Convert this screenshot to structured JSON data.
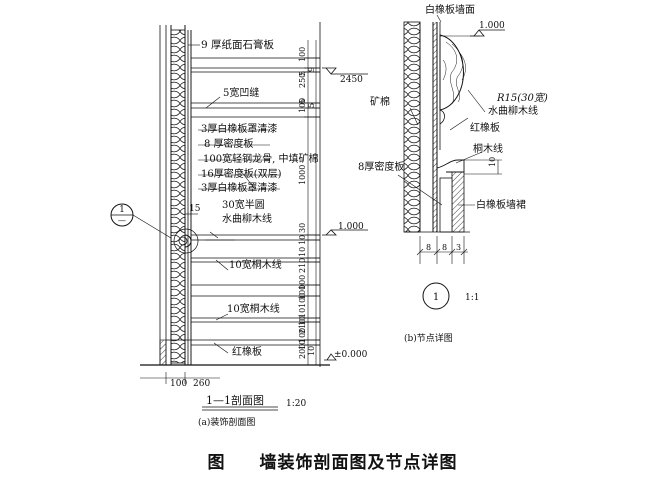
{
  "figure_caption": {
    "label": "图",
    "title": "墙装饰剖面图及节点详图"
  },
  "section": {
    "labels": {
      "gypsum": "9 厚纸面石膏板",
      "groove": "5宽凹缝",
      "lacquer_top": "3厚白橡板罩清漆",
      "mdf8": "8 厚密度板",
      "keel": "100宽轻钢龙骨, 中填矿棉",
      "mdf16": "16厚密度板(双层)",
      "lacquer_bottom": "3厚白橡板罩清漆",
      "half_round_1": "30宽半圆",
      "half_round_2": "水曲柳木线",
      "tung1": "10宽桐木线",
      "tung2": "10宽桐木线",
      "red_oak": "红橡板"
    },
    "dims_right": [
      "100",
      "5",
      "9",
      "250",
      "5",
      "5",
      "100",
      "1000",
      "30",
      "10",
      "10",
      "210",
      "100",
      "100",
      "100",
      "10",
      "10",
      "210",
      "100",
      "10",
      "10",
      "200"
    ],
    "elev_2450": "2450",
    "elev_1000": "1.000",
    "elev_0": "±0.000",
    "dim_15": "15",
    "dims_bottom": [
      "100",
      "260"
    ],
    "callout_top": "1",
    "callout_bottom": "—",
    "title": "1—1剖面图",
    "scale": "1:20",
    "sub_caption": "(a)装饰剖面图"
  },
  "detail": {
    "labels": {
      "top_surface": "白橡板墙面",
      "r15_1": "R15(30宽)",
      "r15_2": "水曲柳木线",
      "mineral": "矿棉",
      "red_oak": "红橡板",
      "tung": "桐木线",
      "mdf8": "8厚密度板",
      "skirt": "白橡板墙裙"
    },
    "elev": "1.000",
    "dim_10": "10",
    "dims_bottom": [
      "8",
      "8",
      "3"
    ],
    "circle_num": "1",
    "scale": "1:1",
    "sub_caption": "(b)节点详图"
  }
}
